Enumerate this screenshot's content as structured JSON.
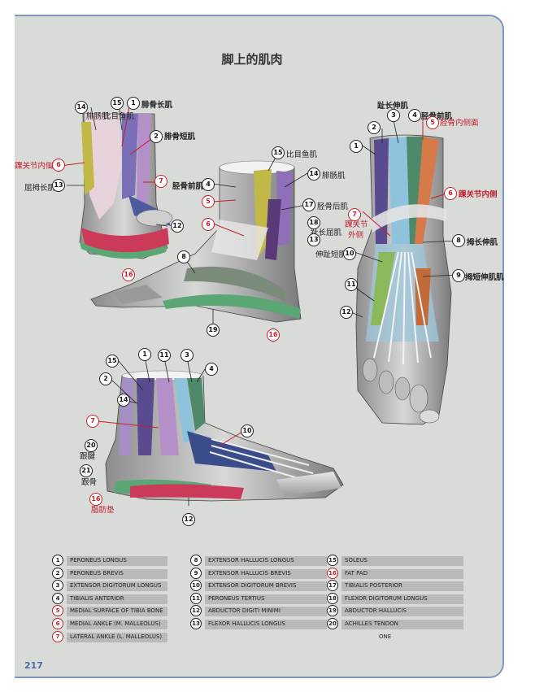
{
  "page": {
    "title": "脚上的肌肉",
    "page_number": "217"
  },
  "labels": {
    "fig1": {
      "n14": "14",
      "l14": "腓肠肌",
      "n15": "15",
      "l15": "比目鱼肌",
      "n1": "1",
      "l1": "腓骨长肌",
      "n2": "2",
      "l2": "腓骨短肌",
      "n6": "6",
      "l6": "踝关节内侧",
      "n13": "13",
      "l13": "屈拇长肌",
      "n7": "7",
      "n12": "12",
      "n16": "16"
    },
    "fig2": {
      "n15": "15",
      "l15": "比目鱼肌",
      "n14": "14",
      "l14": "腓肠肌",
      "n4": "4",
      "l4": "胫骨前肌",
      "n5": "5",
      "n17": "17",
      "l17": "胫骨后肌",
      "n18": "18",
      "l18": "趾长屈肌",
      "n13": "13",
      "n6": "6",
      "n8": "8",
      "n19": "19",
      "n16": "16"
    },
    "fig3": {
      "l_top": "趾长伸肌",
      "n3": "3",
      "n4": "4",
      "l4": "胫骨前肌",
      "n5": "5",
      "l5": "胫骨内侧面",
      "n2": "2",
      "n1": "1",
      "n6": "6",
      "l6": "踝关节内侧",
      "n7": "7",
      "l7a": "踝关节",
      "l7b": "外侧",
      "n8": "8",
      "l8": "拇长伸肌",
      "l10": "伸趾短肌",
      "n10": "10",
      "n9": "9",
      "l9": "拇短伸肌肌",
      "n11": "11",
      "n12": "12"
    },
    "fig4": {
      "n15": "15",
      "n1": "1",
      "n11": "11",
      "n3": "3",
      "n4": "4",
      "n2": "2",
      "n14": "14",
      "n7": "7",
      "n10": "10",
      "n20": "20",
      "l20": "跟腱",
      "n21": "21",
      "l21": "跟骨",
      "n16": "16",
      "l16": "脂肪垫",
      "n12": "12"
    }
  },
  "legend": [
    [
      {
        "num": "1",
        "text": "PERONEUS LONGUS",
        "red": false
      },
      {
        "num": "2",
        "text": "PERONEUS BREVIS",
        "red": false
      },
      {
        "num": "3",
        "text": "EXTENSOR DIGITORUM LONGUS",
        "red": false
      },
      {
        "num": "4",
        "text": "TIBIALIS ANTERIOR",
        "red": false
      },
      {
        "num": "5",
        "text": "MEDIAL SURFACE OF TIBIA BONE",
        "red": true
      },
      {
        "num": "6",
        "text": "MEDIAL ANKLE (M. MALLEOLUS)",
        "red": true
      },
      {
        "num": "7",
        "text": "LATERAL ANKLE (L. MALLEOLUS)",
        "red": true
      }
    ],
    [
      {
        "num": "8",
        "text": "EXTENSOR HALLUCIS LONGUS",
        "red": false
      },
      {
        "num": "9",
        "text": "EXTENSOR HALLUCIS BREVIS",
        "red": false
      },
      {
        "num": "10",
        "text": "EXTENSOR DIGITORUM BREVIS",
        "red": false
      },
      {
        "num": "11",
        "text": "PERONEUS TERTIUS",
        "red": false
      },
      {
        "num": "12",
        "text": "ABDUCTOR DIGITI MINIMI",
        "red": false
      },
      {
        "num": "13",
        "text": "FLEXOR HALLUCIS LONGUS",
        "red": false
      }
    ],
    [
      {
        "num": "15",
        "text": "SOLEUS",
        "red": false
      },
      {
        "num": "16",
        "text": "FAT PAD",
        "red": true
      },
      {
        "num": "17",
        "text": "TIBIALIS POSTERIOR",
        "red": false
      },
      {
        "num": "18",
        "text": "FLEXOR DIGITORUM LONGUS",
        "red": false
      },
      {
        "num": "19",
        "text": "ABDUCTOR HALLUCIS",
        "red": false
      },
      {
        "num": "20",
        "text": "ACHILLES TENDON",
        "red": false
      }
    ]
  ],
  "legend_tail": "ONE"
}
